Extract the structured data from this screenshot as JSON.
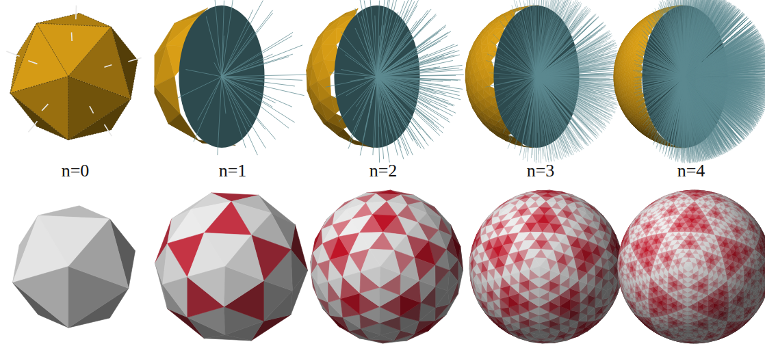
{
  "diagram": {
    "labels": [
      "n=0",
      "n=1",
      "n=2",
      "n=3",
      "n=4"
    ]
  }
}
